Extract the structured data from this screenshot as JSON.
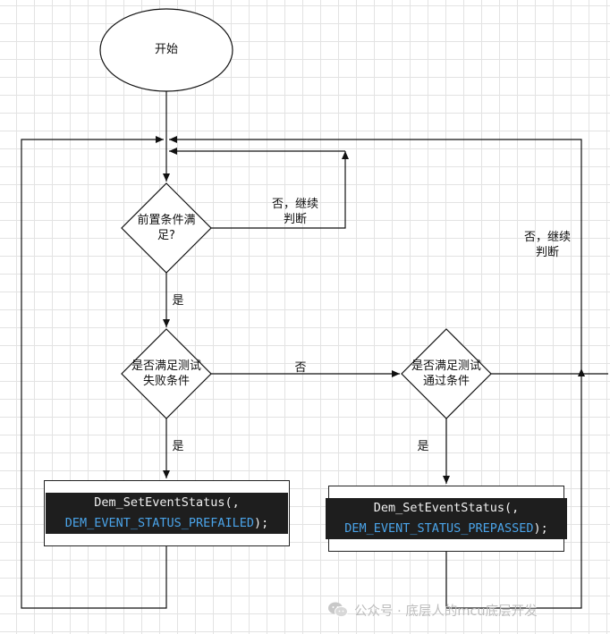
{
  "nodes": {
    "start": "开始",
    "precondition_line1": "前置条件满",
    "precondition_line2": "足?",
    "fail_check_line1": "是否满足测试",
    "fail_check_line2": "失败条件",
    "pass_check_line1": "是否满足测试",
    "pass_check_line2": "通过条件"
  },
  "code_boxes": {
    "prefailed_call": "Dem_SetEventStatus(,",
    "prefailed_enum": "DEM_EVENT_STATUS_PREFAILED",
    "prefailed_tail": ");",
    "prepassed_call": "Dem_SetEventStatus(,",
    "prepassed_enum": "DEM_EVENT_STATUS_PREPASSED",
    "prepassed_tail": ");"
  },
  "edge_labels": {
    "no_continue_1_line1": "否，继续",
    "no_continue_1_line2": "判断",
    "no_continue_2_line1": "否，继续",
    "no_continue_2_line2": "判断",
    "yes_1": "是",
    "yes_2": "是",
    "yes_3": "是",
    "no": "否"
  },
  "watermark": {
    "icon": "wechat-icon",
    "text": "公众号 · 底层人的mcu底层开发"
  }
}
